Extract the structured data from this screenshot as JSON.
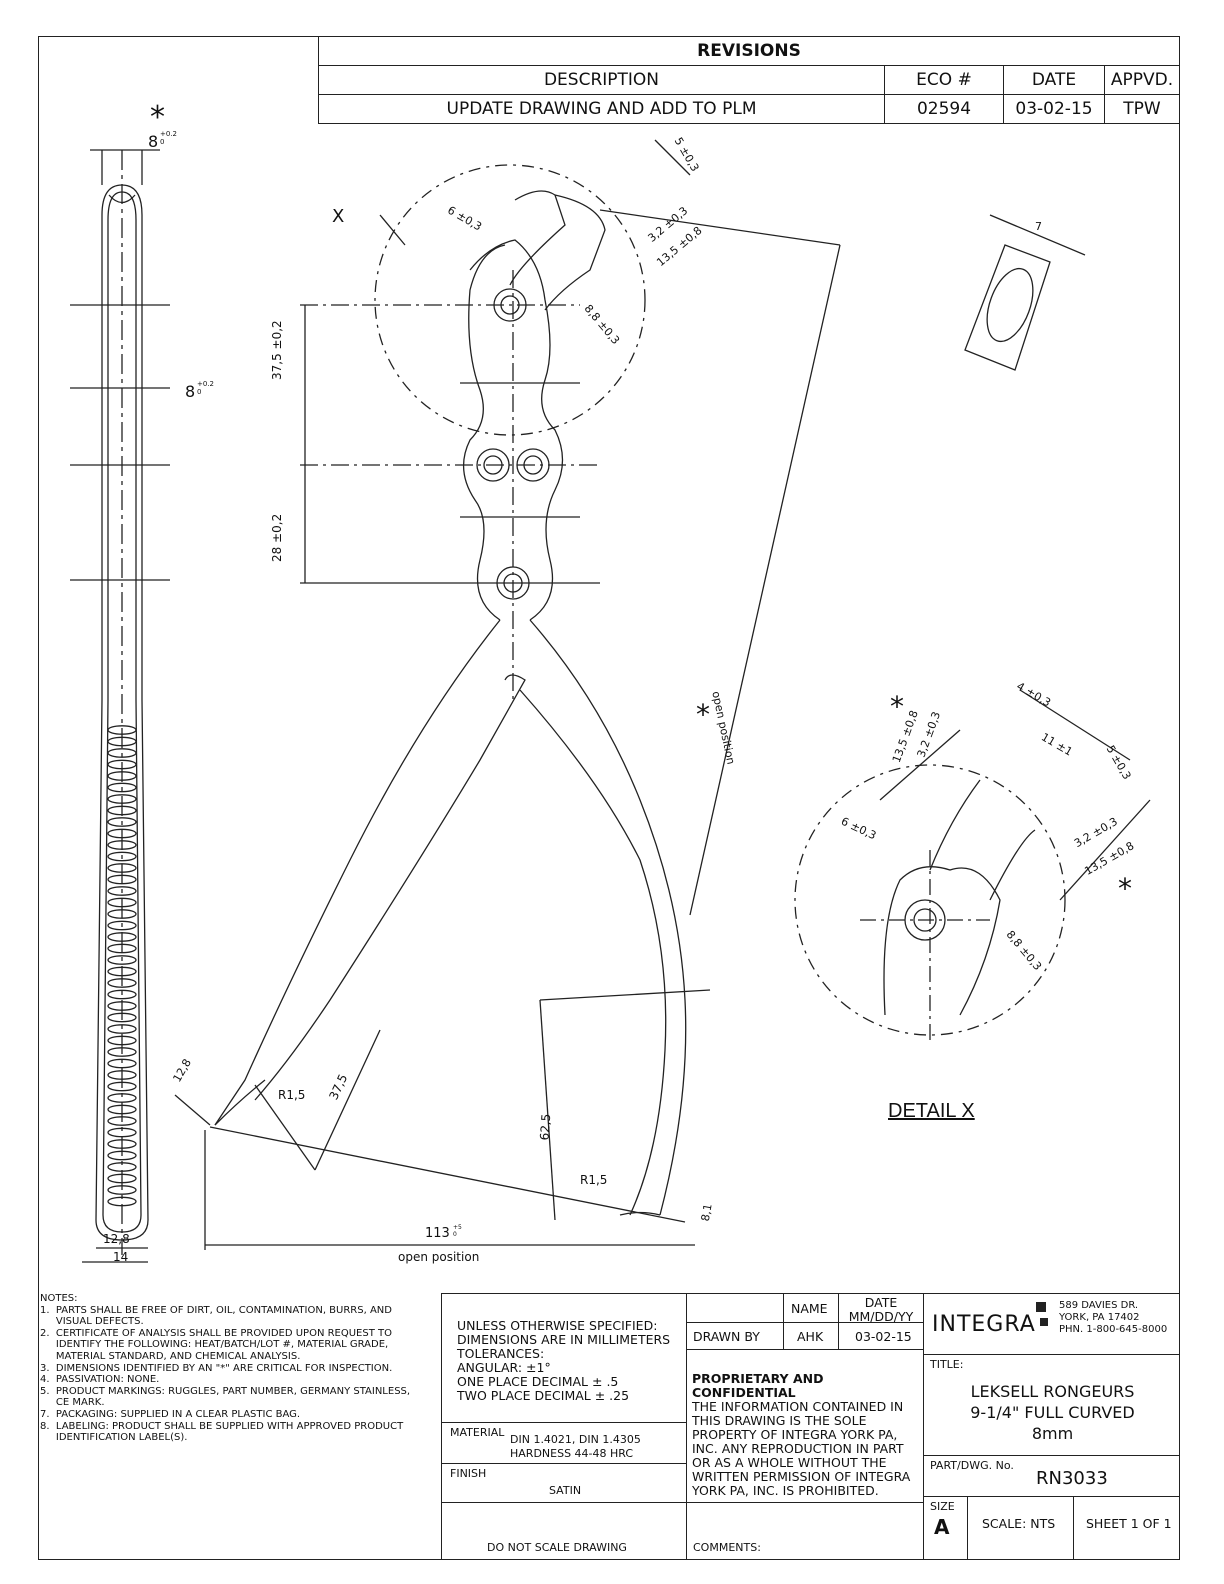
{
  "revisions": {
    "title": "REVISIONS",
    "headers": {
      "description": "DESCRIPTION",
      "eco": "ECO #",
      "date": "DATE",
      "appvd": "APPVD."
    },
    "rows": [
      {
        "description": "UPDATE DRAWING AND ADD TO PLM",
        "eco": "02594",
        "date": "03-02-15",
        "appvd": "TPW"
      }
    ]
  },
  "drawing": {
    "side_view": {
      "dim_top": "8",
      "tol_top": "+0.2\n0",
      "dim_mid": "8",
      "width_inner": "12,8",
      "width_outer": "14",
      "star": "*"
    },
    "main_view": {
      "detail_marker": "X",
      "dims": {
        "d1": "37,5 ±0,2",
        "d2": "28 ±0,2",
        "d3": "6 ±0,3",
        "d4": "5 ±0,3",
        "d5": "3,2 ±0,3",
        "d6": "13,5 ±0,8",
        "d7": "8,8 ±0,3",
        "open1": "open position",
        "jaw_w": "12,8",
        "r1": "R1,5",
        "d37": "37,5",
        "d625": "62,5",
        "r2": "R1,5",
        "d81": "8,1",
        "overall": "113",
        "overall_tol": "+5\n0",
        "open2": "open position"
      },
      "star": "*"
    },
    "tip_view": {
      "dim": "7"
    },
    "detail": {
      "title": "DETAIL X",
      "dims": {
        "a": "13,5 ±0,8",
        "b": "3,2 ±0,3",
        "c": "4 ±0,3",
        "d": "11 ±1",
        "e": "5 ±0,3",
        "f": "6 ±0,3",
        "g": "3,2 ±0,3",
        "h": "13,5 ±0,8",
        "i": "8,8 ±0,3"
      },
      "star": "*"
    }
  },
  "notes": {
    "heading": "NOTES:",
    "items": [
      "1.  PARTS SHALL BE FREE OF DIRT, OIL, CONTAMINATION, BURRS, AND",
      "     VISUAL DEFECTS.",
      "2.  CERTIFICATE OF ANALYSIS SHALL BE PROVIDED UPON REQUEST TO",
      "     IDENTIFY THE FOLLOWING: HEAT/BATCH/LOT #, MATERIAL GRADE,",
      "     MATERIAL STANDARD, AND CHEMICAL ANALYSIS.",
      "3.  DIMENSIONS IDENTIFIED BY AN \"*\" ARE CRITICAL FOR INSPECTION.",
      "4.  PASSIVATION: NONE.",
      "5.  PRODUCT MARKINGS: RUGGLES, PART NUMBER, GERMANY STAINLESS,",
      "     CE MARK.",
      "7.  PACKAGING: SUPPLIED IN A CLEAR PLASTIC BAG.",
      "8.  LABELING: PRODUCT SHALL BE SUPPLIED WITH APPROVED PRODUCT",
      "     IDENTIFICATION LABEL(S)."
    ]
  },
  "titleblock": {
    "tolerances": [
      "UNLESS OTHERWISE SPECIFIED:",
      "DIMENSIONS ARE IN MILLIMETERS",
      "TOLERANCES:",
      "ANGULAR: ±1°",
      "ONE PLACE DECIMAL ± .5",
      "TWO PLACE DECIMAL ± .25"
    ],
    "material_label": "MATERIAL",
    "material_value": "DIN 1.4021, DIN 1.4305",
    "hardness": "HARDNESS 44-48 HRC",
    "finish_label": "FINISH",
    "finish_value": "SATIN",
    "do_not_scale": "DO NOT SCALE DRAWING",
    "name_hdr": "NAME",
    "date_hdr": "DATE",
    "date_fmt": "MM/DD/YY",
    "drawn_by_label": "DRAWN BY",
    "drawn_by": "AHK",
    "drawn_date": "03-02-15",
    "proprietary_title": "PROPRIETARY AND CONFIDENTIAL",
    "proprietary_text": [
      "THE INFORMATION CONTAINED IN",
      "THIS DRAWING IS THE SOLE",
      "PROPERTY OF INTEGRA YORK PA,",
      "INC.  ANY REPRODUCTION IN PART",
      "OR AS A WHOLE WITHOUT THE",
      "WRITTEN PERMISSION OF INTEGRA",
      "YORK PA, INC. IS PROHIBITED."
    ],
    "comments": "COMMENTS:",
    "company": "INTEGRA",
    "address": [
      "589 DAVIES DR.",
      "YORK, PA 17402",
      "PHN. 1-800-645-8000"
    ],
    "title_label": "TITLE:",
    "title": [
      "LEKSELL RONGEURS",
      "9-1/4\" FULL CURVED",
      "8mm"
    ],
    "partno_label": "PART/DWG. No.",
    "partno": "RN3033",
    "size_label": "SIZE",
    "size": "A",
    "scale": "SCALE: NTS",
    "sheet": "SHEET 1 OF 1"
  }
}
